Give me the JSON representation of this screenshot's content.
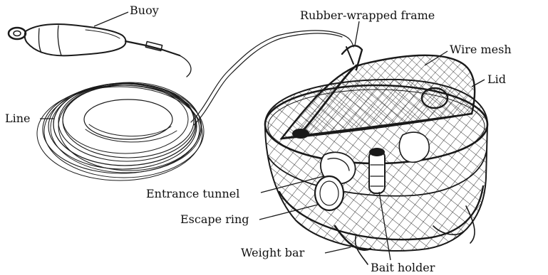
{
  "figure": {
    "labels": {
      "buoy": "Buoy",
      "rubber_wrapped_frame": "Rubber-wrapped frame",
      "wire_mesh": "Wire mesh",
      "lid": "Lid",
      "line": "Line",
      "entrance_tunnel": "Entrance tunnel",
      "escape_ring": "Escape ring",
      "weight_bar": "Weight bar",
      "bait_holder": "Bait holder"
    },
    "colors": {
      "ink": "#1a1a1a",
      "background": "#ffffff"
    }
  }
}
